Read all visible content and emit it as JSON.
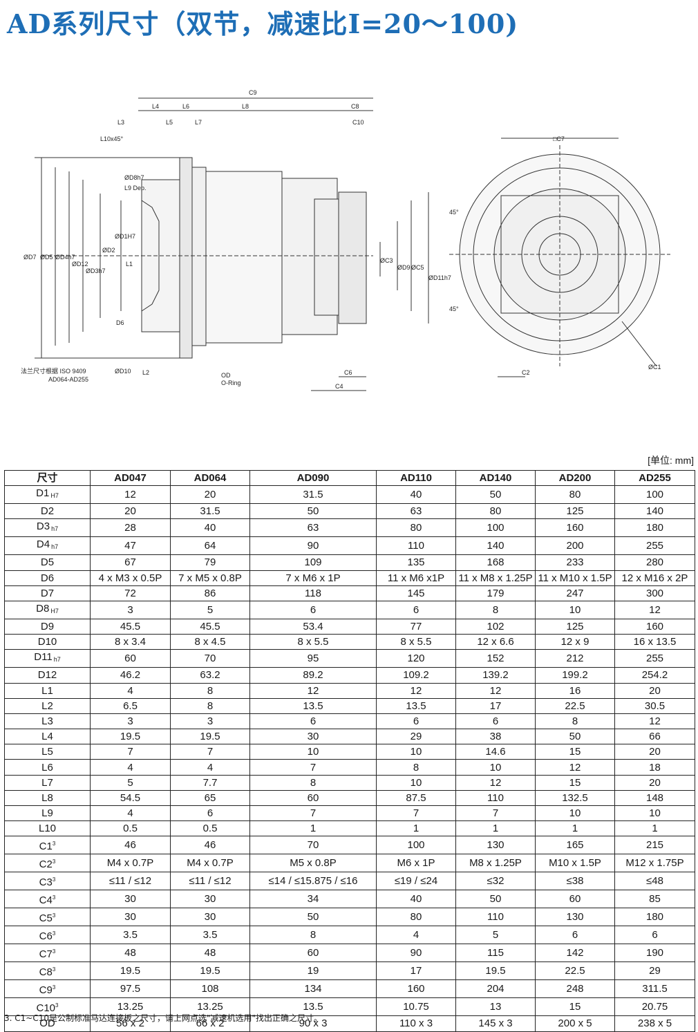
{
  "title": "AD系列尺寸（双节，减速比I=20～100)",
  "drawing": {
    "side_labels": {
      "C9": "C9",
      "L4": "L4",
      "L6": "L6",
      "L8": "L8",
      "C8": "C8",
      "L3": "L3",
      "L5": "L5",
      "L7": "L7",
      "C10": "C10",
      "L10": "L10x45°",
      "D8": "ØD8h7",
      "L9": "L9 Dep.",
      "D7": "ØD7",
      "D5": "ØD5",
      "D4": "ØD4h7",
      "D12": "ØD12",
      "D3": "ØD3h7",
      "D2": "ØD2",
      "D1": "ØD1H7",
      "L1": "L1",
      "D6": "D6",
      "D10": "ØD10",
      "L2": "L2",
      "C3": "ØC3",
      "D9": "ØD9",
      "C5": "ØC5",
      "D11": "ØD11h7",
      "C6": "C6",
      "C4": "C4",
      "flange_note_1": "法兰尺寸根据 ISO 9409",
      "flange_note_2": "AD064-AD255",
      "oring_1": "OD",
      "oring_2": "O-Ring"
    },
    "front_labels": {
      "C7": "□C7",
      "angle_top": "45°",
      "angle_bottom": "45°",
      "C2": "C2",
      "C1": "ØC1"
    }
  },
  "unit_note": "[单位: mm]",
  "table": {
    "header": [
      "尺寸",
      "AD047",
      "AD064",
      "AD090",
      "AD110",
      "AD140",
      "AD200",
      "AD255"
    ],
    "rows": [
      {
        "name": "D1",
        "sub": "H7",
        "sup": "",
        "values": [
          "12",
          "20",
          "31.5",
          "40",
          "50",
          "80",
          "100"
        ]
      },
      {
        "name": "D2",
        "sub": "",
        "sup": "",
        "values": [
          "20",
          "31.5",
          "50",
          "63",
          "80",
          "125",
          "140"
        ]
      },
      {
        "name": "D3",
        "sub": "h7",
        "sup": "",
        "values": [
          "28",
          "40",
          "63",
          "80",
          "100",
          "160",
          "180"
        ]
      },
      {
        "name": "D4",
        "sub": "h7",
        "sup": "",
        "values": [
          "47",
          "64",
          "90",
          "110",
          "140",
          "200",
          "255"
        ]
      },
      {
        "name": "D5",
        "sub": "",
        "sup": "",
        "values": [
          "67",
          "79",
          "109",
          "135",
          "168",
          "233",
          "280"
        ]
      },
      {
        "name": "D6",
        "sub": "",
        "sup": "",
        "values": [
          "4 x M3 x 0.5P",
          "7 x M5 x 0.8P",
          "7 x M6 x 1P",
          "11 x M6 x1P",
          "11 x M8 x 1.25P",
          "11 x M10 x 1.5P",
          "12 x M16 x 2P"
        ]
      },
      {
        "name": "D7",
        "sub": "",
        "sup": "",
        "values": [
          "72",
          "86",
          "118",
          "145",
          "179",
          "247",
          "300"
        ]
      },
      {
        "name": "D8",
        "sub": "H7",
        "sup": "",
        "values": [
          "3",
          "5",
          "6",
          "6",
          "8",
          "10",
          "12"
        ]
      },
      {
        "name": "D9",
        "sub": "",
        "sup": "",
        "values": [
          "45.5",
          "45.5",
          "53.4",
          "77",
          "102",
          "125",
          "160"
        ]
      },
      {
        "name": "D10",
        "sub": "",
        "sup": "",
        "values": [
          "8 x 3.4",
          "8 x 4.5",
          "8 x 5.5",
          "8 x 5.5",
          "12 x 6.6",
          "12 x 9",
          "16 x 13.5"
        ]
      },
      {
        "name": "D11",
        "sub": "h7",
        "sup": "",
        "values": [
          "60",
          "70",
          "95",
          "120",
          "152",
          "212",
          "255"
        ]
      },
      {
        "name": "D12",
        "sub": "",
        "sup": "",
        "values": [
          "46.2",
          "63.2",
          "89.2",
          "109.2",
          "139.2",
          "199.2",
          "254.2"
        ]
      },
      {
        "name": "L1",
        "sub": "",
        "sup": "",
        "values": [
          "4",
          "8",
          "12",
          "12",
          "12",
          "16",
          "20"
        ]
      },
      {
        "name": "L2",
        "sub": "",
        "sup": "",
        "values": [
          "6.5",
          "8",
          "13.5",
          "13.5",
          "17",
          "22.5",
          "30.5"
        ]
      },
      {
        "name": "L3",
        "sub": "",
        "sup": "",
        "values": [
          "3",
          "3",
          "6",
          "6",
          "6",
          "8",
          "12"
        ]
      },
      {
        "name": "L4",
        "sub": "",
        "sup": "",
        "values": [
          "19.5",
          "19.5",
          "30",
          "29",
          "38",
          "50",
          "66"
        ]
      },
      {
        "name": "L5",
        "sub": "",
        "sup": "",
        "values": [
          "7",
          "7",
          "10",
          "10",
          "14.6",
          "15",
          "20"
        ]
      },
      {
        "name": "L6",
        "sub": "",
        "sup": "",
        "values": [
          "4",
          "4",
          "7",
          "8",
          "10",
          "12",
          "18"
        ]
      },
      {
        "name": "L7",
        "sub": "",
        "sup": "",
        "values": [
          "5",
          "7.7",
          "8",
          "10",
          "12",
          "15",
          "20"
        ]
      },
      {
        "name": "L8",
        "sub": "",
        "sup": "",
        "values": [
          "54.5",
          "65",
          "60",
          "87.5",
          "110",
          "132.5",
          "148"
        ]
      },
      {
        "name": "L9",
        "sub": "",
        "sup": "",
        "values": [
          "4",
          "6",
          "7",
          "7",
          "7",
          "10",
          "10"
        ]
      },
      {
        "name": "L10",
        "sub": "",
        "sup": "",
        "values": [
          "0.5",
          "0.5",
          "1",
          "1",
          "1",
          "1",
          "1"
        ]
      },
      {
        "name": "C1",
        "sub": "",
        "sup": "3",
        "values": [
          "46",
          "46",
          "70",
          "100",
          "130",
          "165",
          "215"
        ]
      },
      {
        "name": "C2",
        "sub": "",
        "sup": "3",
        "values": [
          "M4 x 0.7P",
          "M4 x 0.7P",
          "M5 x 0.8P",
          "M6 x 1P",
          "M8 x 1.25P",
          "M10 x 1.5P",
          "M12 x 1.75P"
        ]
      },
      {
        "name": "C3",
        "sub": "",
        "sup": "3",
        "values": [
          "≤11 / ≤12",
          "≤11 / ≤12",
          "≤14 / ≤15.875 / ≤16",
          "≤19 / ≤24",
          "≤32",
          "≤38",
          "≤48"
        ]
      },
      {
        "name": "C4",
        "sub": "",
        "sup": "3",
        "values": [
          "30",
          "30",
          "34",
          "40",
          "50",
          "60",
          "85"
        ]
      },
      {
        "name": "C5",
        "sub": "",
        "sup": "3",
        "values": [
          "30",
          "30",
          "50",
          "80",
          "110",
          "130",
          "180"
        ]
      },
      {
        "name": "C6",
        "sub": "",
        "sup": "3",
        "values": [
          "3.5",
          "3.5",
          "8",
          "4",
          "5",
          "6",
          "6"
        ]
      },
      {
        "name": "C7",
        "sub": "",
        "sup": "3",
        "values": [
          "48",
          "48",
          "60",
          "90",
          "115",
          "142",
          "190"
        ]
      },
      {
        "name": "C8",
        "sub": "",
        "sup": "3",
        "values": [
          "19.5",
          "19.5",
          "19",
          "17",
          "19.5",
          "22.5",
          "29"
        ]
      },
      {
        "name": "C9",
        "sub": "",
        "sup": "3",
        "values": [
          "97.5",
          "108",
          "134",
          "160",
          "204",
          "248",
          "311.5"
        ]
      },
      {
        "name": "C10",
        "sub": "",
        "sup": "3",
        "values": [
          "13.25",
          "13.25",
          "13.5",
          "10.75",
          "13",
          "15",
          "20.75"
        ]
      },
      {
        "name": "OD",
        "sub": "",
        "sup": "",
        "values": [
          "56 x 2",
          "66 x 2",
          "90 x 3",
          "110 x 3",
          "145 x 3",
          "200 x 5",
          "238 x 5"
        ]
      }
    ]
  },
  "footnote": "3. C1~C10是公制标准马达连接板之尺寸，请上网点选\"减速机选用\"找出正确之尺寸。"
}
